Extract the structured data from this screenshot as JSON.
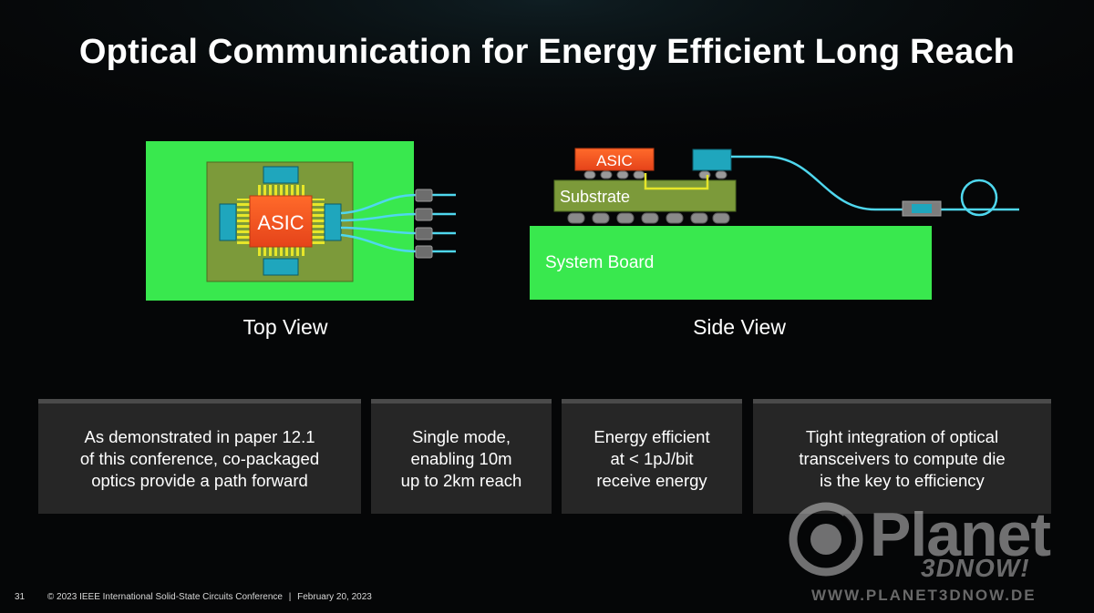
{
  "title": "Optical Communication for Energy Efficient Long Reach",
  "top_view": {
    "asic_label": "ASIC",
    "caption": "Top View"
  },
  "side_view": {
    "asic_label": "ASIC",
    "substrate_label": "Substrate",
    "board_label": "System Board",
    "caption": "Side View"
  },
  "info_boxes": [
    "As demonstrated in paper 12.1\nof this conference, co-packaged\noptics provide a path forward",
    "Single mode,\nenabling 10m\nup to 2km reach",
    "Energy efficient\nat < 1pJ/bit\nreceive energy",
    "Tight integration of optical\ntransceivers to compute die\nis the key to efficiency"
  ],
  "footer": {
    "page_number": "31",
    "copyright": "© 2023 IEEE International Solid-State Circuits Conference",
    "separator": "|",
    "date": "February 20, 2023"
  },
  "watermark": {
    "brand": "Planet",
    "brand_sub": "3DNOW!",
    "url": "WWW.PLANET3DNOW.DE"
  },
  "colors": {
    "board_green": "#39e84e",
    "package_olive": "#7c9a3a",
    "asic_orange": "#f2531f",
    "transceiver_cyan": "#1fa6bd",
    "fiber": "#4fd7ee",
    "trace_yellow": "#e6e62a",
    "background": "#050607",
    "box_gray": "#262626"
  }
}
